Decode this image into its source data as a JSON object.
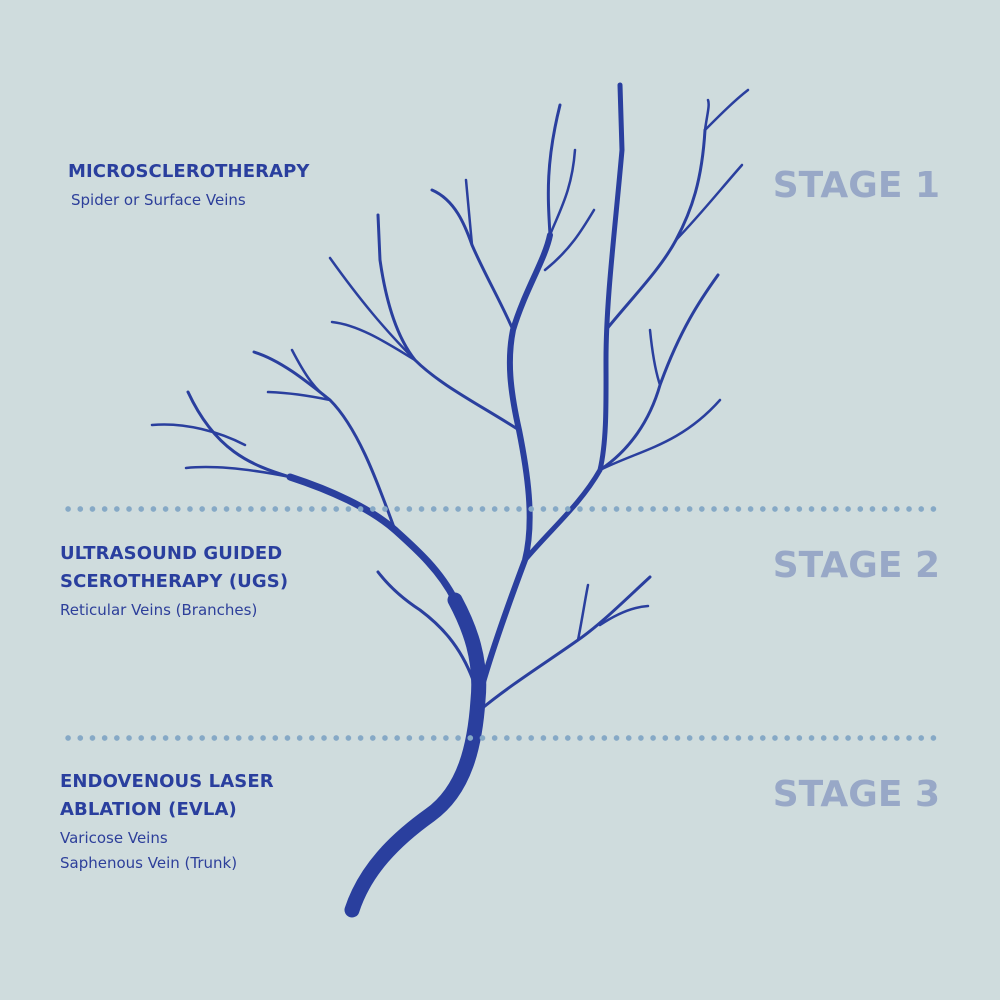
{
  "colors": {
    "background": "#cfdcdd",
    "vein": "#2a3f9e",
    "title_text": "#2a3f9e",
    "stage_text": "#98a8c7",
    "divider_dots": "#86a9c6"
  },
  "stages": [
    {
      "stage_label": "STAGE 1",
      "title_lines": [
        "MICROSCLEROTHERAPY"
      ],
      "description_lines": [
        "Spider or Surface Veins"
      ]
    },
    {
      "stage_label": "STAGE 2",
      "title_lines": [
        "ULTRASOUND GUIDED",
        "SCEROTHERAPY (UGS)"
      ],
      "description_lines": [
        "Reticular Veins (Branches)"
      ]
    },
    {
      "stage_label": "STAGE 3",
      "title_lines": [
        "ENDOVENOUS LASER",
        "ABLATION (EVLA)"
      ],
      "description_lines": [
        "Varicose Veins",
        "Saphenous Vein (Trunk)"
      ]
    }
  ]
}
